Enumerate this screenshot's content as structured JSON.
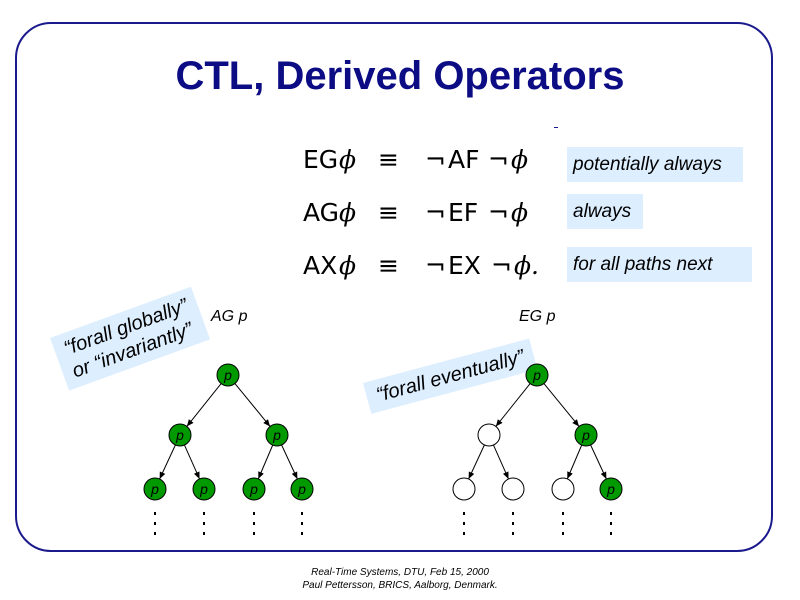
{
  "title": "CTL, Derived Operators",
  "formulas": [
    {
      "lhs": "EG",
      "phi": "ϕ",
      "equiv": "≡",
      "neg": "¬",
      "rhs": "AF",
      "neg2": "¬",
      "phi2": "ϕ",
      "description": "potentially always"
    },
    {
      "lhs": "AG",
      "phi": "ϕ",
      "equiv": "≡",
      "neg": "¬",
      "rhs": "EF",
      "neg2": "¬",
      "phi2": "ϕ",
      "description": "always"
    },
    {
      "lhs": "AX",
      "phi": "ϕ",
      "equiv": "≡",
      "neg": "¬",
      "rhs": "EX",
      "neg2": "¬",
      "phi2": "ϕ.",
      "description": "for all paths next"
    }
  ],
  "trees": {
    "left": {
      "label": "AG p",
      "callout_line1": "“forall globally”",
      "callout_line2": "or “invariantly”",
      "node_label": "p"
    },
    "right": {
      "label": "EG p",
      "callout_line1": "“forall eventually”",
      "node_label": "p"
    }
  },
  "colors": {
    "node_fill": "#009900",
    "callout_bg": "#ddeeff",
    "title": "#0c0c84"
  },
  "footer": {
    "line1": "Real-Time Systems, DTU, Feb 15, 2000",
    "line2": "Paul Pettersson, BRICS, Aalborg, Denmark."
  }
}
